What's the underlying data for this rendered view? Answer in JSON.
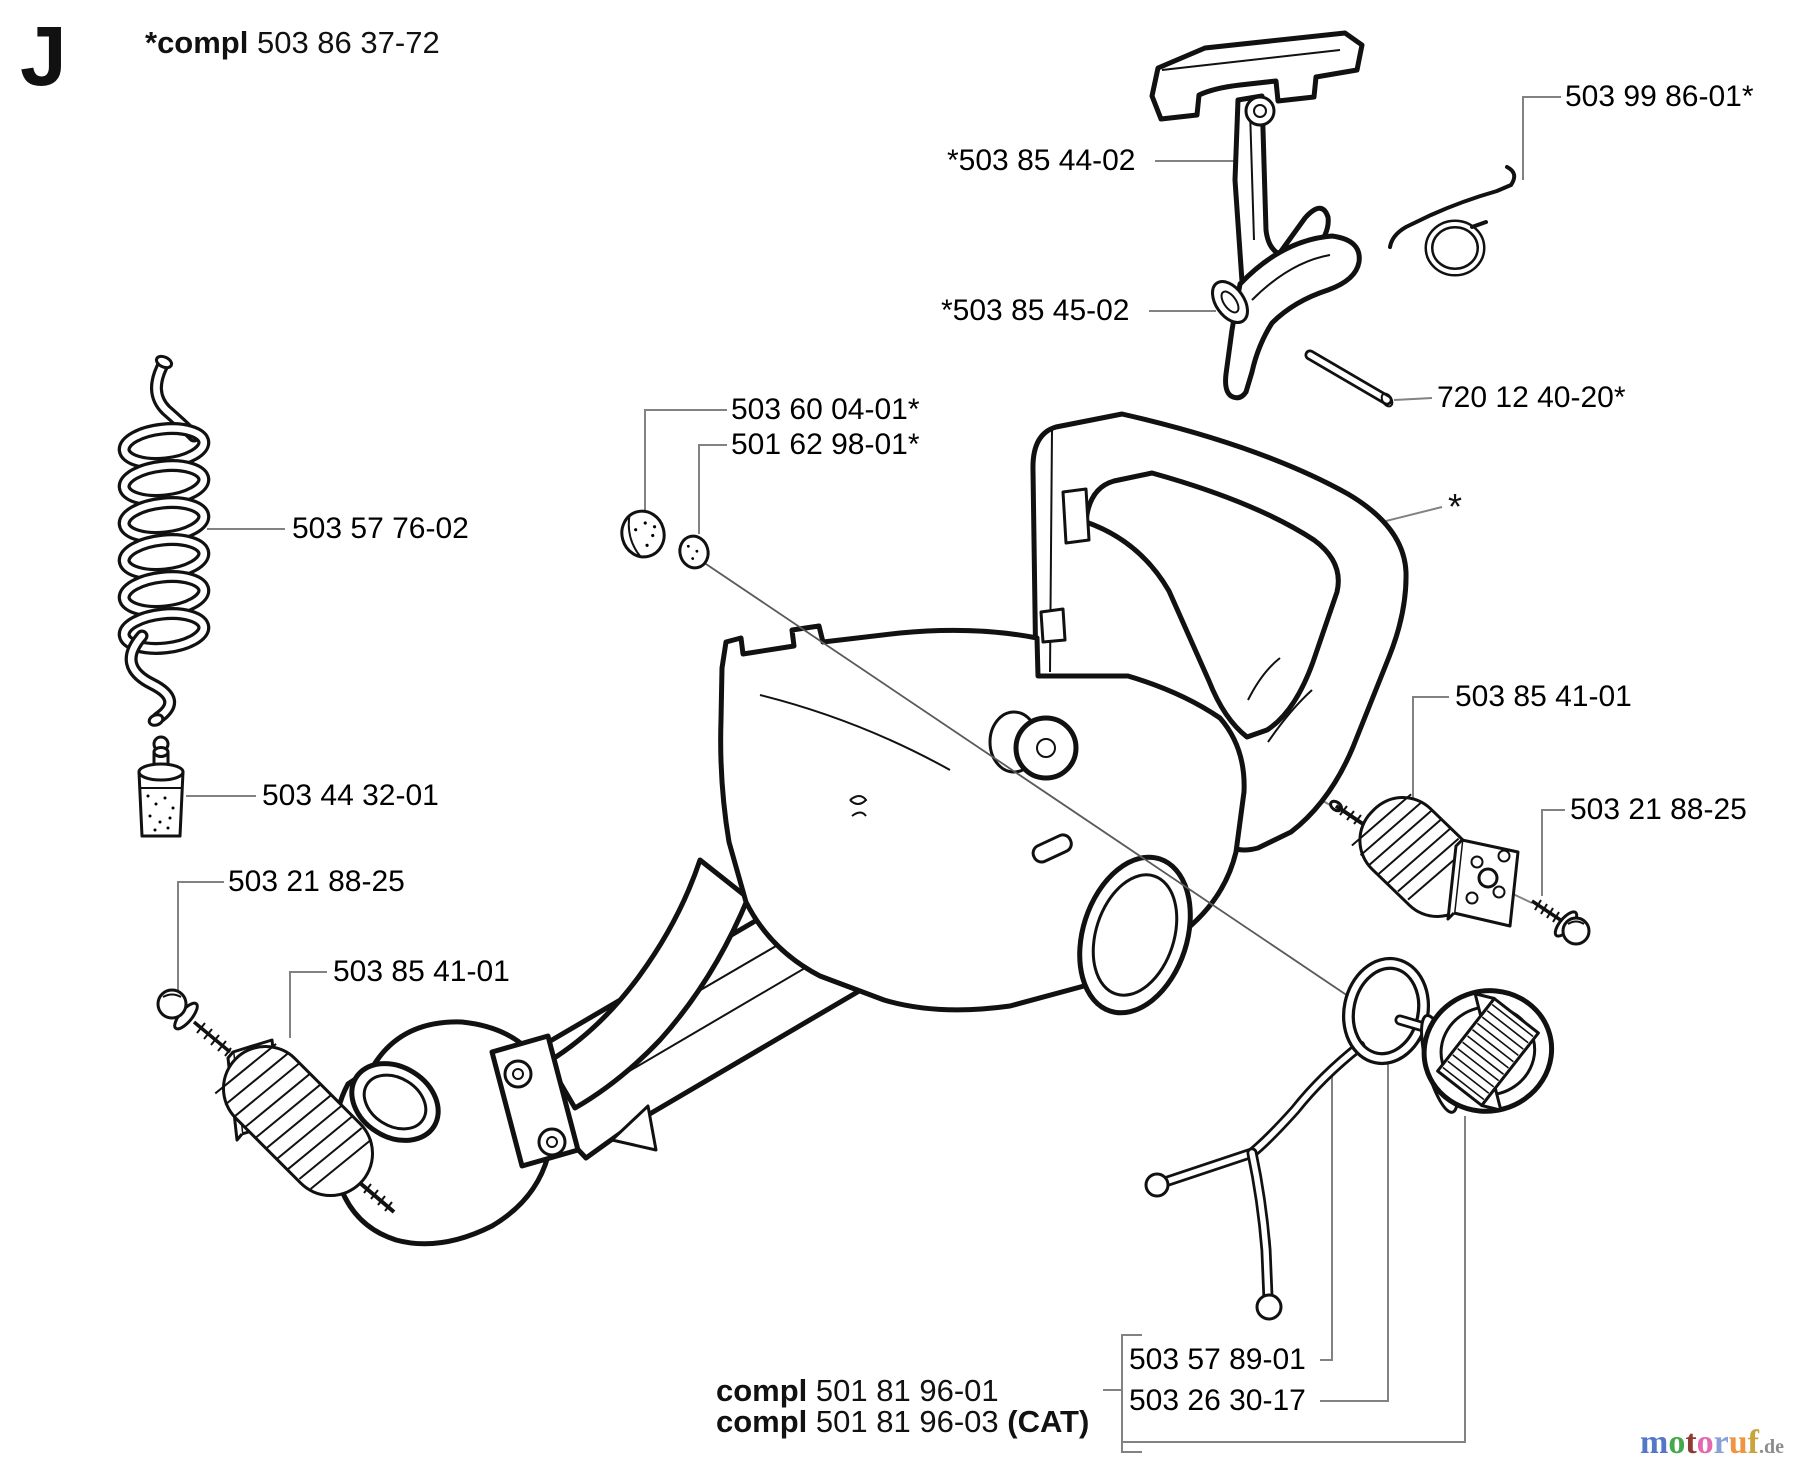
{
  "figure": {
    "letter": "J"
  },
  "header": {
    "prefix": "*compl",
    "number": " 503 86 37-72"
  },
  "labels": {
    "throttle_trigger": "*503 85 44-02",
    "return_spring": "503 99 86-01*",
    "throttle_lockout": "*503 85 45-02",
    "pin": "720 12 40-20*",
    "plug_large": "503 60 04-01*",
    "plug_small": "501 62 98-01*",
    "fuel_hose": "503 57 76-02",
    "fuel_filter": "503 44 32-01",
    "screw_front": "503 21 88-25",
    "spring_front": "503 85 41-01",
    "spring_rear": "503 85 41-01",
    "screw_rear": "503 21 88-25",
    "handle_note": "*",
    "cap_retainer": "503 57 89-01",
    "fuel_cap": "503 26 30-17"
  },
  "assembly": {
    "line1_prefix": "compl",
    "line1_number": " 501 81 96-01",
    "line2_prefix": "compl",
    "line2_number": " 501 81 96-03 ",
    "line2_suffix": "(CAT)"
  },
  "logo": {
    "letters": [
      {
        "char": "m",
        "color": "#5577c8"
      },
      {
        "char": "o",
        "color": "#44a948"
      },
      {
        "char": "t",
        "color": "#8f3a33"
      },
      {
        "char": "o",
        "color": "#e468b0"
      },
      {
        "char": "r",
        "color": "#8a9fd9"
      },
      {
        "char": "u",
        "color": "#ef9540"
      },
      {
        "char": "f",
        "color": "#c8a43c"
      }
    ],
    "suffix": ".de"
  }
}
